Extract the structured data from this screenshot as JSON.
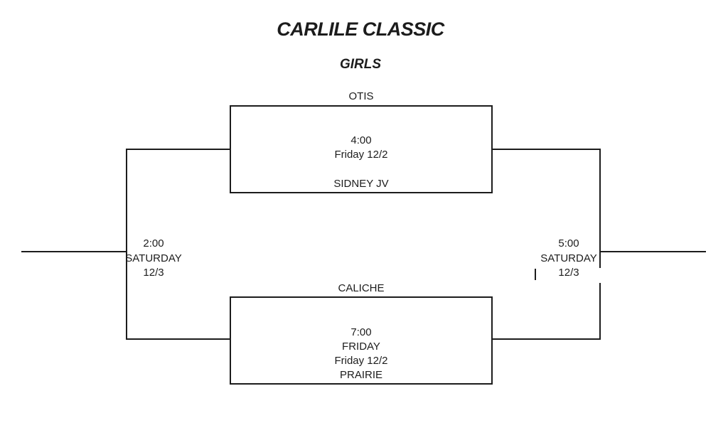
{
  "title": "CARLILE CLASSIC",
  "division": "GIRLS",
  "games": {
    "semifinal_top": {
      "top_team": "OTIS",
      "time": "4:00",
      "date": "Friday 12/2",
      "bottom_team": "SIDNEY JV"
    },
    "semifinal_bottom": {
      "top_team": "CALICHE",
      "time": "7:00",
      "day": "FRIDAY",
      "date": "Friday 12/2",
      "bottom_team": "PRAIRIE"
    },
    "left_game": {
      "time": "2:00",
      "day": "SATURDAY",
      "date": "12/3"
    },
    "right_game": {
      "time": "5:00",
      "day": "SATURDAY",
      "date": "12/3"
    }
  },
  "colors": {
    "line": "#1c1c1c",
    "text": "#1c1c1c",
    "background": "#ffffff"
  }
}
